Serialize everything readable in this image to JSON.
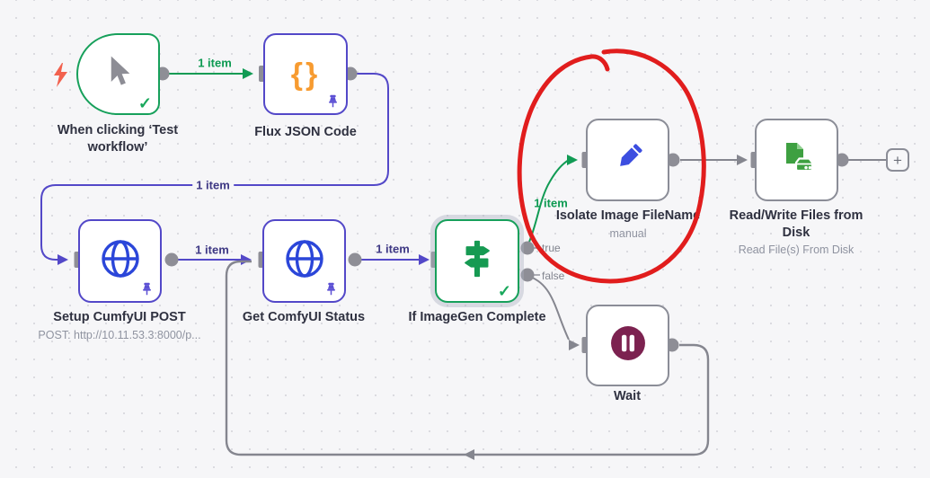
{
  "app": "n8n-workflow-canvas",
  "nodes": {
    "trigger": {
      "name": "When clicking ‘Test workflow’",
      "icon": "cursor-arrow",
      "status": "success"
    },
    "flux": {
      "name": "Flux JSON Code",
      "icon": "code-braces",
      "pinned": true
    },
    "setup": {
      "name": "Setup CumfyUI POST",
      "subtitle": "POST: http://10.11.53.3:8000/p...",
      "icon": "globe",
      "pinned": true
    },
    "get": {
      "name": "Get ComfyUI Status",
      "icon": "globe",
      "pinned": true
    },
    "if": {
      "name": "If ImageGen Complete",
      "icon": "signpost",
      "status": "success"
    },
    "isolate": {
      "name": "Isolate Image FileName",
      "subtitle": "manual",
      "icon": "pencil"
    },
    "read": {
      "name": "Read/Write Files from Disk",
      "subtitle": "Read File(s) From Disk",
      "icon": "file-disk"
    },
    "wait": {
      "name": "Wait",
      "icon": "pause"
    }
  },
  "connections": {
    "trigger_to_flux": {
      "label": "1 item",
      "color": "green"
    },
    "flux_to_setup": {
      "label": "1 item",
      "color": "indigo"
    },
    "setup_to_get": {
      "label": "1 item",
      "color": "indigo"
    },
    "get_to_if": {
      "label": "1 item",
      "color": "indigo"
    },
    "if_true_to_isolate": {
      "label": "1 item",
      "color": "green"
    },
    "if_outputs": {
      "true_label": "true",
      "false_label": "false"
    }
  },
  "glyphs": {
    "braces": "{}",
    "check": "✓",
    "plus": "+"
  },
  "annotation": {
    "type": "hand-drawn-circle",
    "target": "isolate-node",
    "color": "#e11d1d"
  },
  "colors": {
    "canvas_bg": "#f6f6f8",
    "indigo": "#5348c8",
    "green": "#17a05b",
    "gray_line": "#8e8e96",
    "node_gray_border": "#8b8d97",
    "wait_icon": "#7c2250",
    "http_icon_blue": "#2b46d9",
    "pencil_blue": "#3c4ee0",
    "braces_orange": "#f79b30",
    "bolt_red": "#f2614e",
    "files_green": "#3ea041"
  }
}
